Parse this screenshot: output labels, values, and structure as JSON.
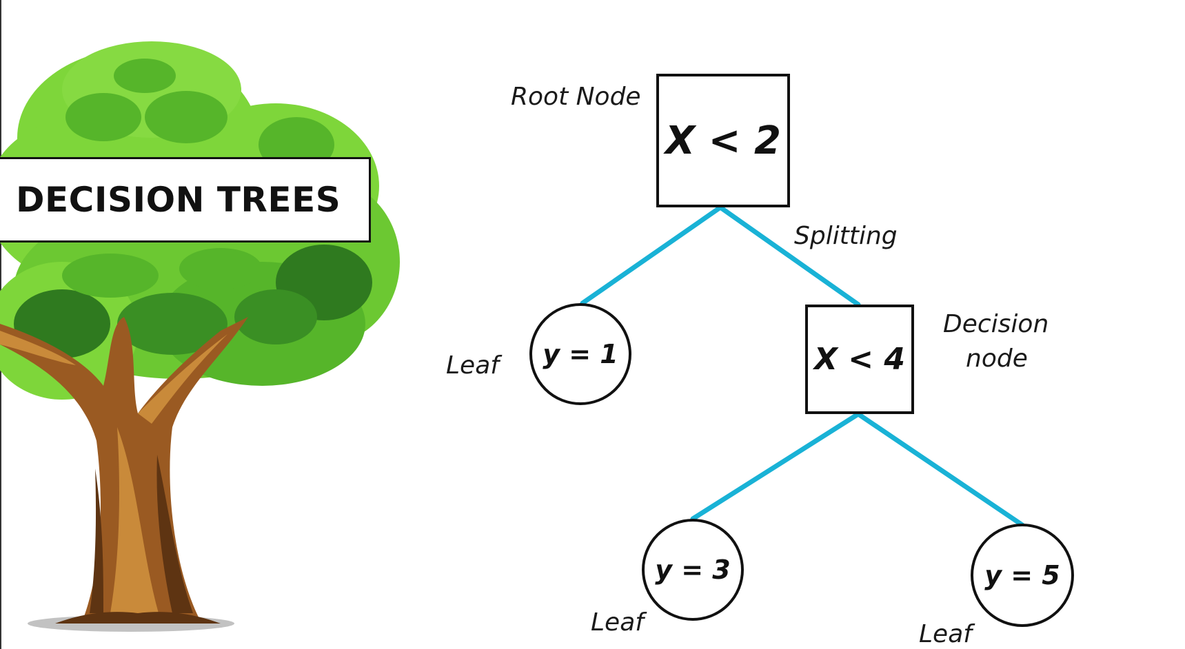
{
  "title": "DECISION TREES",
  "nodes": {
    "root": "X < 2",
    "decision": "X < 4",
    "leaf1": "y = 1",
    "leaf3": "y = 3",
    "leaf5": "y = 5"
  },
  "labels": {
    "root_node": "Root Node",
    "splitting": "Splitting",
    "decision_line1": "Decision",
    "decision_line2": "node",
    "leaf_left": "Leaf",
    "leaf_bottom_left": "Leaf",
    "leaf_bottom_right": "Leaf"
  },
  "colors": {
    "edge": "#19b2d6",
    "foliage_light": "#7ed63a",
    "foliage_mid": "#56b52a",
    "foliage_dark": "#2f7a1f",
    "trunk": "#9a5a22",
    "trunk_light": "#c98a3a",
    "trunk_dark": "#5e3412"
  }
}
